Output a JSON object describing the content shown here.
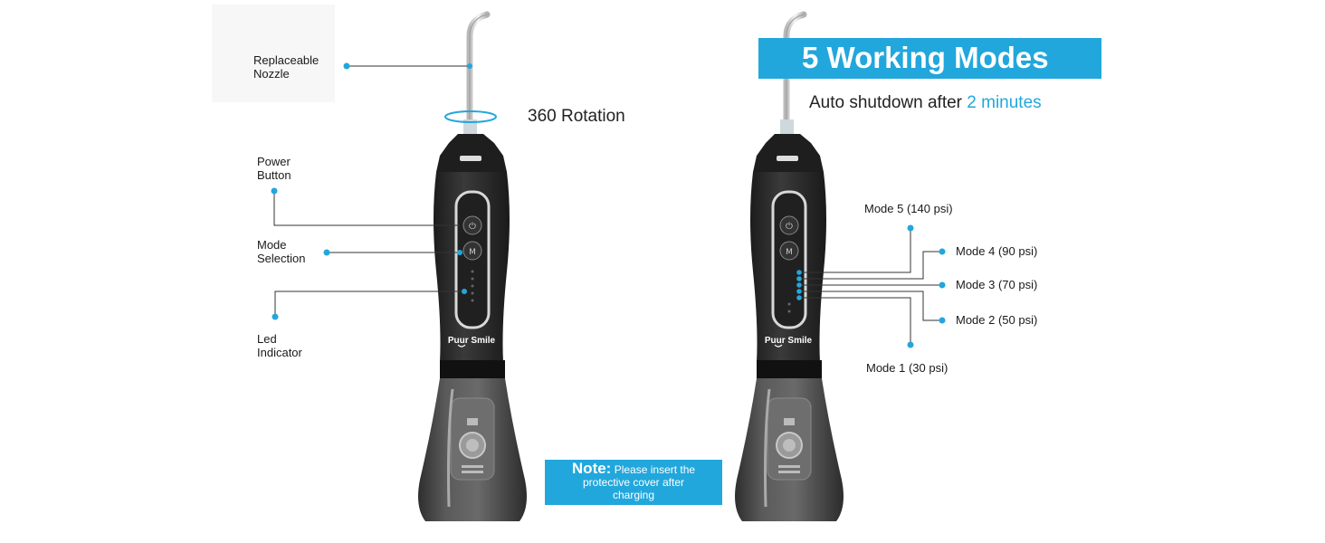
{
  "header": {
    "title": "5 Working Modes",
    "subtitle_prefix": "Auto shutdown after ",
    "subtitle_highlight": "2 minutes"
  },
  "left_device": {
    "brand": "Puur Smile",
    "labels": {
      "nozzle_line1": "Replaceable",
      "nozzle_line2": "Nozzle",
      "rotation": "360 Rotation",
      "power_line1": "Power",
      "power_line2": "Button",
      "mode_line1": "Mode",
      "mode_line2": "Selection",
      "led_line1": "Led",
      "led_line2": "Indicator"
    }
  },
  "right_device": {
    "brand": "Puur Smile",
    "modes": [
      {
        "label": "Mode 5 (140 psi)"
      },
      {
        "label": "Mode 4 (90 psi)"
      },
      {
        "label": "Mode 3 (70 psi)"
      },
      {
        "label": "Mode 2 (50 psi)"
      },
      {
        "label": "Mode 1 (30 psi)"
      }
    ]
  },
  "note": {
    "title": "Note:",
    "text_line1": "Please insert the",
    "text_line2": "protective cover after",
    "text_line3": "charging"
  },
  "colors": {
    "accent": "#22a7dc",
    "device_body": "#2a2a2a",
    "tank": "#4a4a4a"
  }
}
